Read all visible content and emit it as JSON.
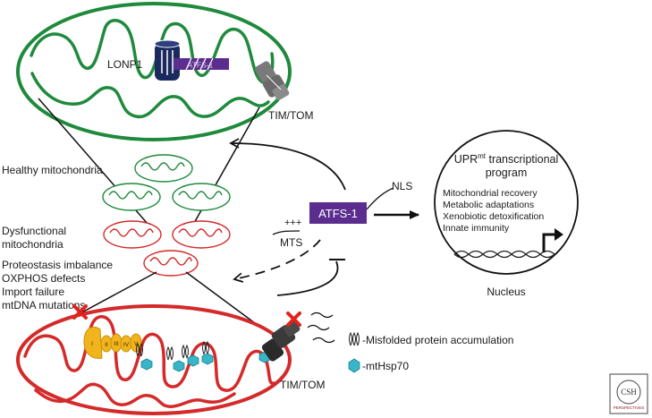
{
  "colors": {
    "healthy": "#1f8a3c",
    "dysfunctional": "#d42a2a",
    "atfs": "#5b2d8e",
    "lonp1": "#1b2a5e",
    "import": "#6e6e6e",
    "chaperone": "#f2b41c",
    "mthsp70": "#38b6c8",
    "cross": "#e0231c"
  },
  "top_mito": {
    "lonp1_label": "LONP1",
    "atfs_bar_label": "ATFS-1",
    "import_label": "TIM/TOM"
  },
  "left_labels": {
    "healthy": "Healthy mitochondria",
    "dysfunctional_line1": "Dysfunctional",
    "dysfunctional_line2": "mitochondria",
    "defects": [
      "Proteostasis imbalance",
      "OXPHOS defects",
      "Import failure",
      "mtDNA mutations"
    ]
  },
  "atfs": {
    "label": "ATFS-1",
    "nls": "NLS",
    "mts": "MTS",
    "charge": "+++"
  },
  "nucleus": {
    "title_prefix": "UPR",
    "title_sup": "mt",
    "title_suffix": " transcriptional",
    "title_line2": "program",
    "items": [
      "Mitochondrial recovery",
      "Metabolic adaptations",
      "Xenobiotic detoxification",
      "Innate immunity"
    ],
    "label": "Nucleus"
  },
  "bottom_mito": {
    "complex_labels": [
      "I",
      "II",
      "III",
      "IV",
      "V"
    ],
    "import_label": "TIM/TOM"
  },
  "legend": {
    "misfolded": "-Misfolded protein accumulation",
    "mthsp70": "-mtHsp70"
  },
  "logo": {
    "line1": "CSH",
    "line2": "PERSPECTIVES"
  }
}
